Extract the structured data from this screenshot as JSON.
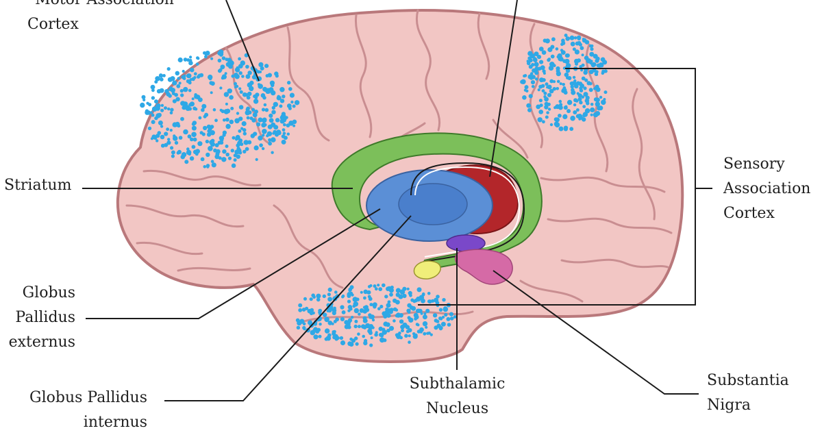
{
  "labels": {
    "motor_line1": "Motor Association",
    "motor_line2": "Cortex",
    "striatum": "Striatum",
    "gpe_line1": "Globus",
    "gpe_line2": "Pallidus",
    "gpe_line3": "externus",
    "gpi_line1": "Globus Pallidus",
    "gpi_line2": "internus",
    "stn_line1": "Subthalamic",
    "stn_line2": "Nucleus",
    "sn_line1": "Substantia",
    "sn_line2": "Nigra",
    "sensory_line1": "Sensory",
    "sensory_line2": "Association",
    "sensory_line3": "Cortex"
  },
  "colors": {
    "brain_fill": "#f2c6c4",
    "brain_outline": "#b9787b",
    "gyri_line": "#c98e91",
    "striatum": "#7cbf5a",
    "globus_pallidus": "#5b8fd6",
    "gpi_inner": "#4a7fcc",
    "thalamus": "#b3262a",
    "subthalamic": "#7a48c9",
    "substantia_nigra": "#d56aa6",
    "amygdala": "#f0ee7a",
    "cortex_dots": "#2ea8e6",
    "leader_lines": "#1a1a1a"
  }
}
